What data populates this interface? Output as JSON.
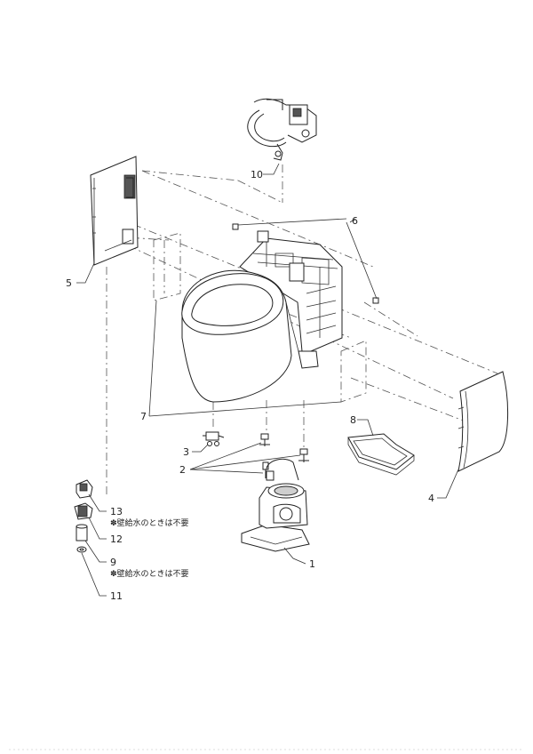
{
  "diagram": {
    "callouts": {
      "c1": "1",
      "c2": "2",
      "c3": "3",
      "c4": "4",
      "c5": "5",
      "c6": "6",
      "c7": "7",
      "c8": "8",
      "c9": "9",
      "c10": "10",
      "c11": "11",
      "c12": "12",
      "c13": "13"
    },
    "notes": {
      "note_12": "✽壁給水のときは不要",
      "note_9": "✽壁給水のときは不要"
    }
  }
}
